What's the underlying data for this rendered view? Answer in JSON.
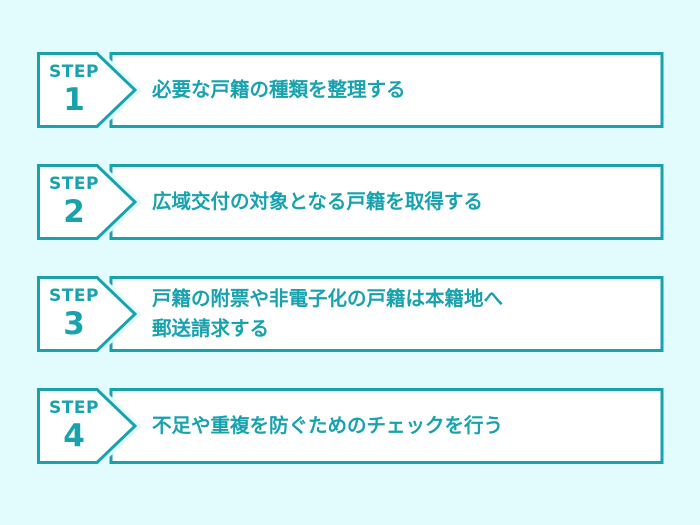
{
  "colors": {
    "accent": "#17a2ae",
    "background": "#e2fbfd",
    "box_fill": "#ffffff"
  },
  "steps": [
    {
      "word": "STEP",
      "number": "1",
      "text": "必要な戸籍の種類を整理する"
    },
    {
      "word": "STEP",
      "number": "2",
      "text": "広域交付の対象となる戸籍を取得する"
    },
    {
      "word": "STEP",
      "number": "3",
      "text": "戸籍の附票や非電子化の戸籍は本籍地へ\n郵送請求する"
    },
    {
      "word": "STEP",
      "number": "4",
      "text": "不足や重複を防ぐためのチェックを行う"
    }
  ]
}
